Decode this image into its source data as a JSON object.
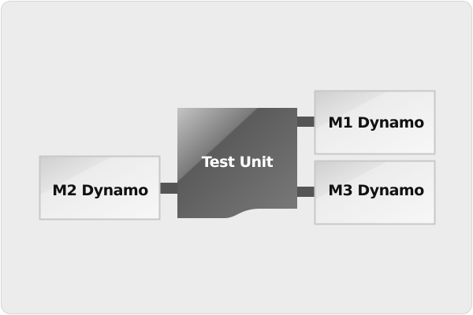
{
  "diagram": {
    "center": {
      "label": "Test Unit"
    },
    "nodes": [
      {
        "id": "m1",
        "label": "M1 Dynamo"
      },
      {
        "id": "m2",
        "label": "M2 Dynamo"
      },
      {
        "id": "m3",
        "label": "M3 Dynamo"
      }
    ],
    "edges": [
      {
        "from": "Test Unit",
        "to": "M1 Dynamo"
      },
      {
        "from": "Test Unit",
        "to": "M3 Dynamo"
      },
      {
        "from": "M2 Dynamo",
        "to": "Test Unit"
      }
    ],
    "colors": {
      "unit": "#5f5e5f",
      "connector": "#555555",
      "box_border": "#c8c8c8",
      "background": "#ececec"
    }
  }
}
